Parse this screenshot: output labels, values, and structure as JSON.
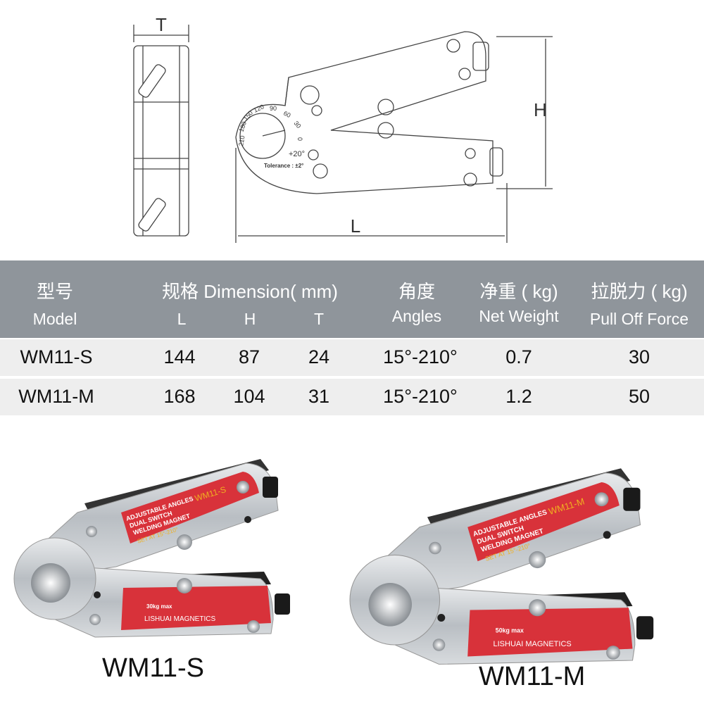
{
  "diagram": {
    "dim_T": "T",
    "dim_H": "H",
    "dim_L": "L",
    "dial_ticks": [
      "210",
      "180",
      "150",
      "120",
      "90",
      "60",
      "30",
      "0"
    ],
    "dial_offset": "+20°",
    "tolerance": "Tolerance : ±2°"
  },
  "table": {
    "header": {
      "model_cn": "型号",
      "model_en": "Model",
      "dimension": "规格 Dimension( mm)",
      "L": "L",
      "H": "H",
      "T": "T",
      "angles_cn": "角度",
      "angles_en": "Angles",
      "weight_cn": "净重 ( kg)",
      "weight_en": "Net Weight",
      "force_cn": "拉脱力 ( kg)",
      "force_en": "Pull Off Force"
    },
    "rows": [
      {
        "model": "WM11-S",
        "L": "144",
        "H": "87",
        "T": "24",
        "angles": "15°-210°",
        "weight": "0.7",
        "force": "30"
      },
      {
        "model": "WM11-M",
        "L": "168",
        "H": "104",
        "T": "31",
        "angles": "15°-210°",
        "weight": "1.2",
        "force": "50"
      }
    ]
  },
  "products": [
    {
      "caption": "WM11-S",
      "label1": "ADJUSTABLE ANGLES",
      "label2": "DUAL SWITCH",
      "label3": "WELDING MAGNET",
      "set": "SET AT 15°-210°",
      "model": "WM11-S",
      "max": "30kg max",
      "brand": "LISHUAI MAGNETICS"
    },
    {
      "caption": "WM11-M",
      "label1": "ADJUSTABLE ANGLES",
      "label2": "DUAL SWITCH",
      "label3": "WELDING MAGNET",
      "set": "SET AT 15°-210°",
      "model": "WM11-M",
      "max": "50kg max",
      "brand": "LISHUAI MAGNETICS"
    }
  ],
  "colors": {
    "header_bg": "#8f959b",
    "row_bg": "#eeeeee",
    "label_red": "#d8323a",
    "gold": "#f0b020"
  }
}
